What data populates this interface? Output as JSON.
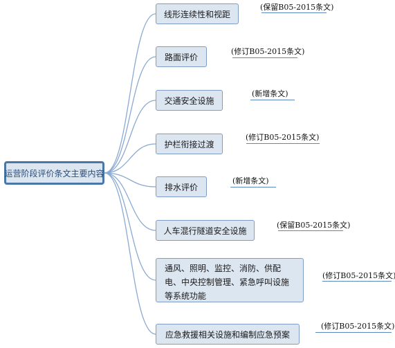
{
  "root": {
    "label": "运营阶段评价条文主要内容"
  },
  "branches": [
    {
      "label": "线形连续性和视距",
      "note": "(保留B05-2015条文)"
    },
    {
      "label": "路面评价",
      "note": "(修订B05-2015条文)"
    },
    {
      "label": "交通安全设施",
      "note": "(新增条文)"
    },
    {
      "label": "护栏衔接过渡",
      "note": "(修订B05-2015条文)"
    },
    {
      "label": "排水评价",
      "note": "(新增条文)"
    },
    {
      "label": "人车混行隧道安全设施",
      "note": "(保留B05-2015条文)"
    },
    {
      "label": "通风、照明、监控、消防、供配电、中央控制管理、紧急呼叫设施等系统功能",
      "note": "(修订B05-2015条文)"
    },
    {
      "label": "应急救援相关设施和编制应急预案",
      "note": "(修订B05-2015条文)"
    }
  ],
  "colors": {
    "connector": "#8aaad2",
    "node_fill": "#dce6f1",
    "node_border": "#7f9cc4",
    "root_border": "#4a76a8"
  }
}
